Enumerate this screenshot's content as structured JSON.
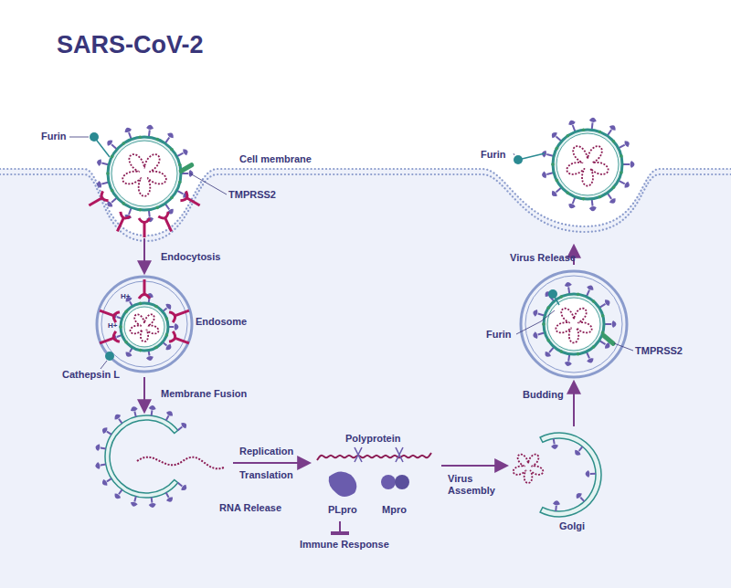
{
  "diagram": {
    "title": "SARS-CoV-2",
    "nodes": [
      {
        "text": [
          "Furin",
          "TMPRSS2"
        ]
      },
      {
        "text": [
          "Endosome",
          "Cathepsin L"
        ]
      },
      {
        "text": [
          "RNA Release"
        ]
      },
      {
        "text": [
          "Polyprotein"
        ]
      },
      {
        "text": [
          "PLpro"
        ],
        "in": 3
      },
      {
        "text": [
          "Mpro"
        ],
        "in": 3
      },
      {
        "text": [
          "Immune Response"
        ]
      },
      {
        "text": [
          "Golgi"
        ]
      },
      {
        "text": [
          "Furin",
          "TMPRSS2"
        ]
      },
      {
        "text": [
          "Furin"
        ]
      }
    ],
    "edges": [
      {
        "from": 0,
        "to": 1,
        "label": "Endocytosis",
        "arrow": "to"
      },
      {
        "from": 1,
        "to": 2,
        "label": "Membrane Fusion",
        "arrow": "to"
      },
      {
        "from": 2,
        "to": 3,
        "label": "Replication",
        "arrow": "to"
      },
      {
        "from": 4,
        "to": 6,
        "arrow": "to"
      },
      {
        "from": 3,
        "to": 7,
        "label": "Virus Assembly",
        "arrow": "to"
      },
      {
        "from": 7,
        "to": 8,
        "label": "Budding",
        "arrow": "to"
      },
      {
        "from": 8,
        "to": 9,
        "label": "Virus Release",
        "arrow": "to"
      }
    ],
    "labels": [
      "Cell membrane",
      "Translation",
      "H+",
      "H+"
    ]
  }
}
